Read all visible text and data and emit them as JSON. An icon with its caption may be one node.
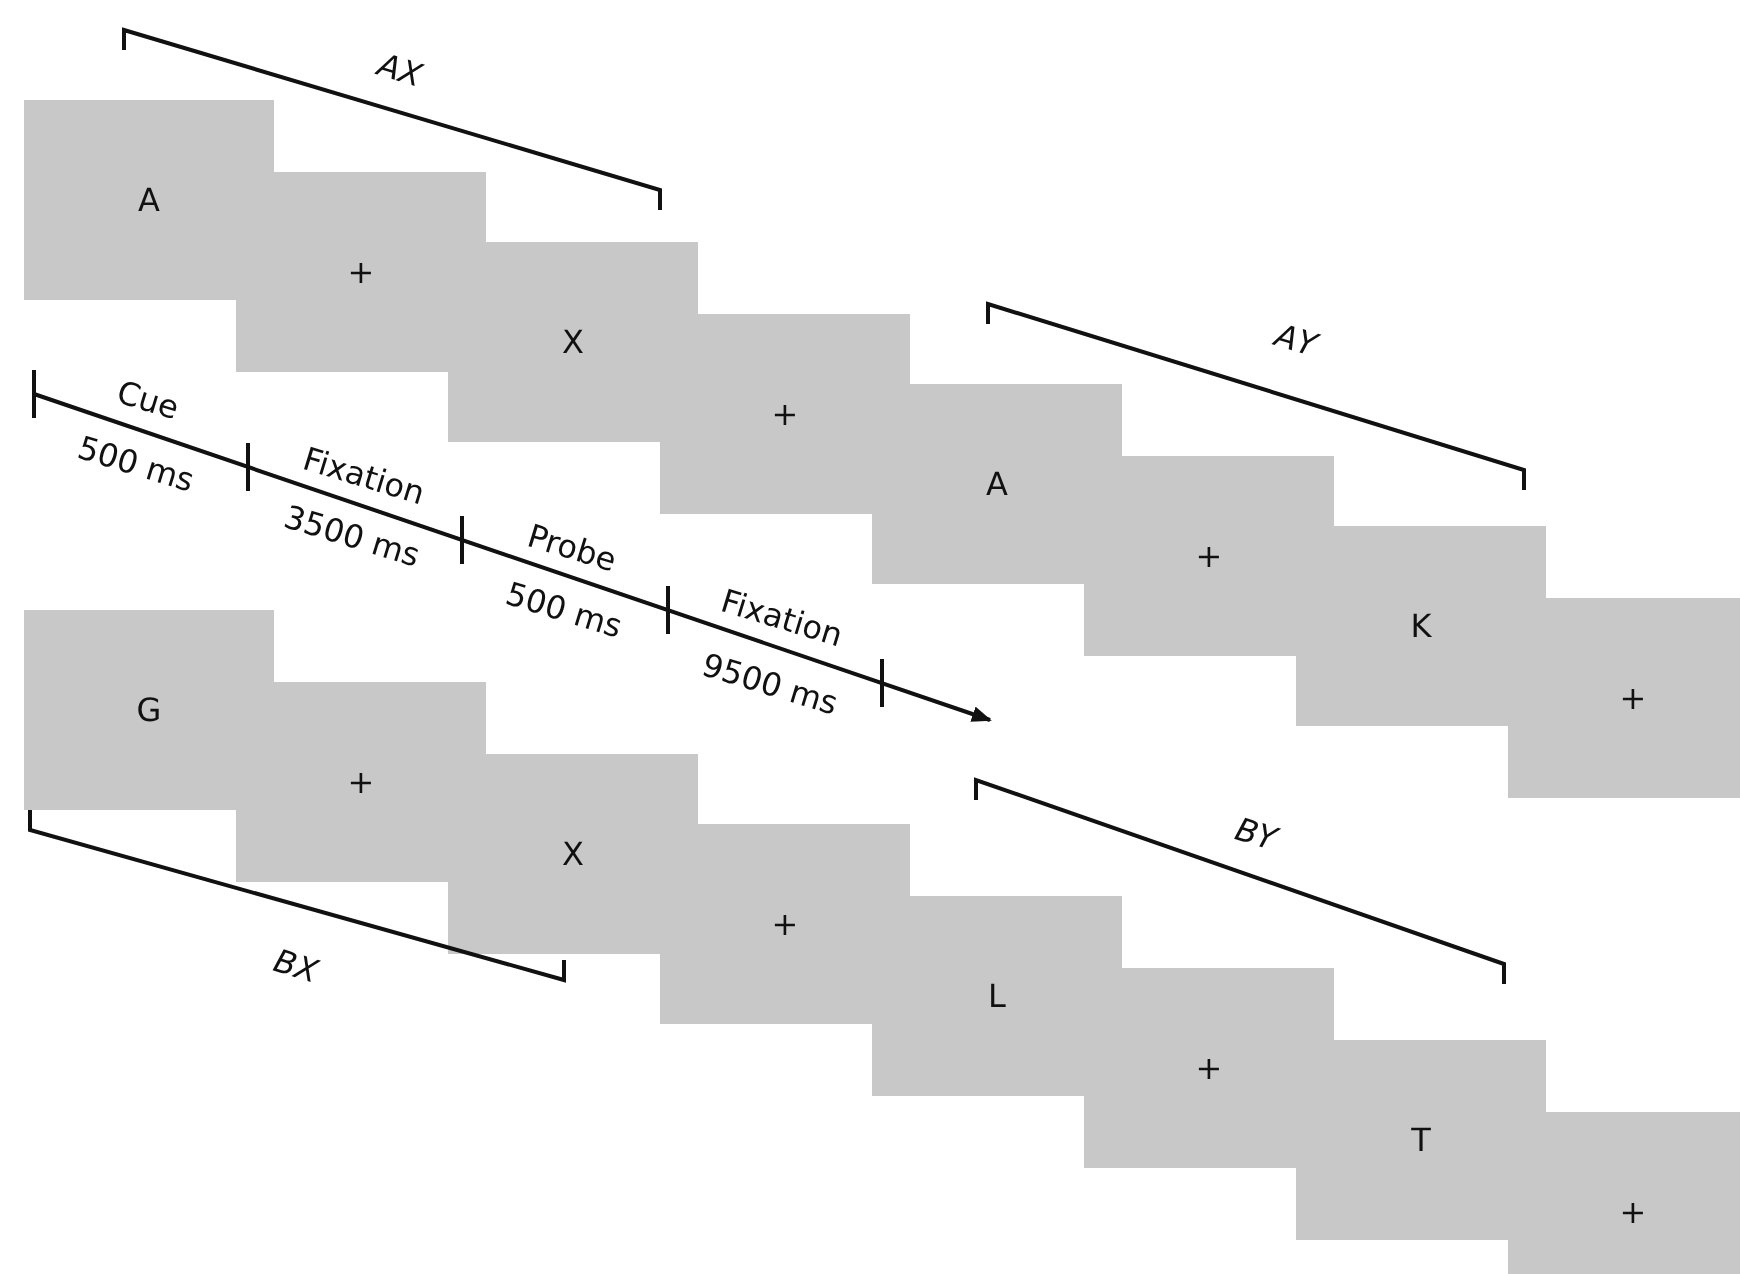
{
  "diagram": {
    "nodes": [
      {
        "text": [
          "A"
        ]
      },
      {
        "text": [
          "+"
        ]
      },
      {
        "text": [
          "X"
        ]
      },
      {
        "text": [
          "+"
        ]
      },
      {
        "text": [
          "A"
        ]
      },
      {
        "text": [
          "+"
        ]
      },
      {
        "text": [
          "K"
        ]
      },
      {
        "text": [
          "+"
        ]
      },
      {
        "text": [
          "G"
        ]
      },
      {
        "text": [
          "+"
        ]
      },
      {
        "text": [
          "X"
        ]
      },
      {
        "text": [
          "+"
        ]
      },
      {
        "text": [
          "L"
        ]
      },
      {
        "text": [
          "+"
        ]
      },
      {
        "text": [
          "T"
        ]
      },
      {
        "text": [
          "+"
        ]
      }
    ],
    "labels": [
      "AX",
      "AY",
      "Cue",
      "500 ms",
      "Fixation",
      "3500 ms",
      "Probe",
      "500 ms",
      "Fixation",
      "9500 ms",
      "BY",
      "BX"
    ]
  }
}
